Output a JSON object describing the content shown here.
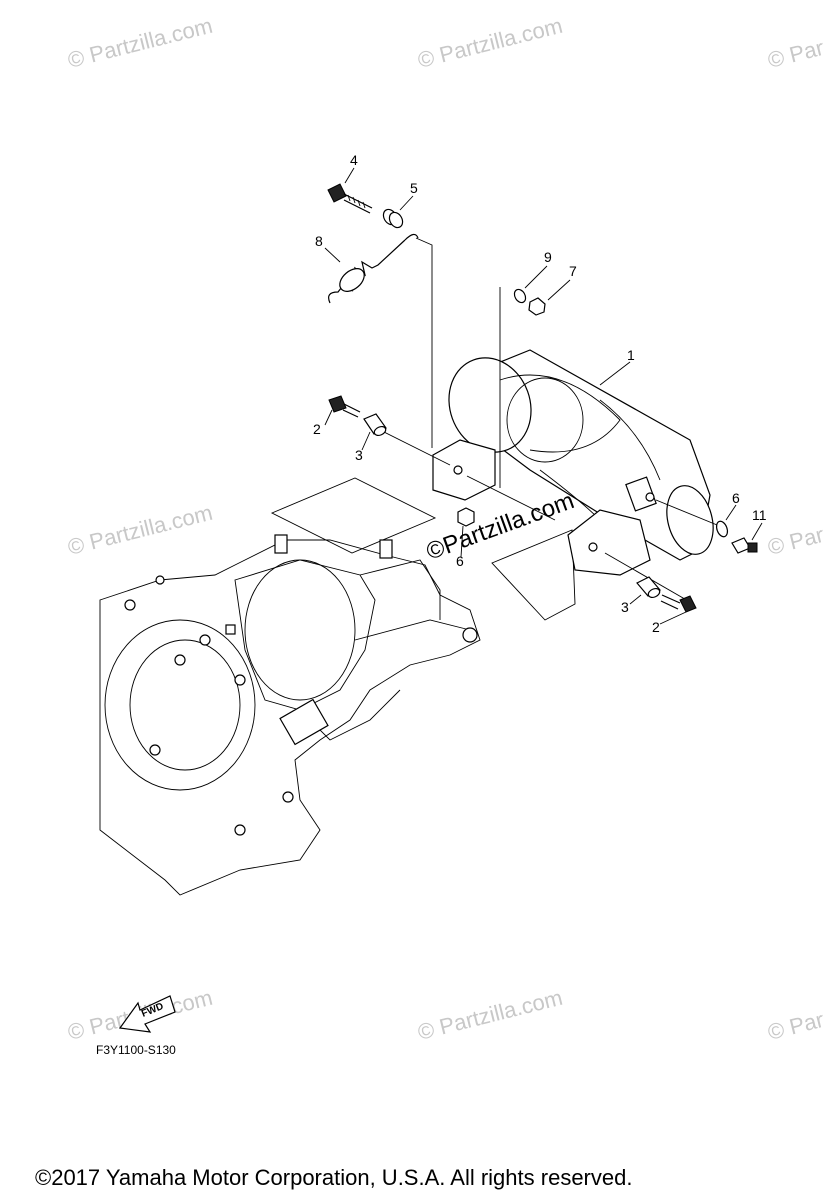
{
  "watermark": "© Partzilla.com",
  "center_watermark": "©Partzilla.com",
  "callouts": [
    "1",
    "2",
    "2",
    "3",
    "3",
    "4",
    "5",
    "6",
    "6",
    "7",
    "8",
    "9",
    "11"
  ],
  "fwd_label": "FWD",
  "diagram_code": "F3Y1100-S130",
  "copyright": "©2017  Yamaha Motor Corporation, U.S.A. All rights reserved."
}
